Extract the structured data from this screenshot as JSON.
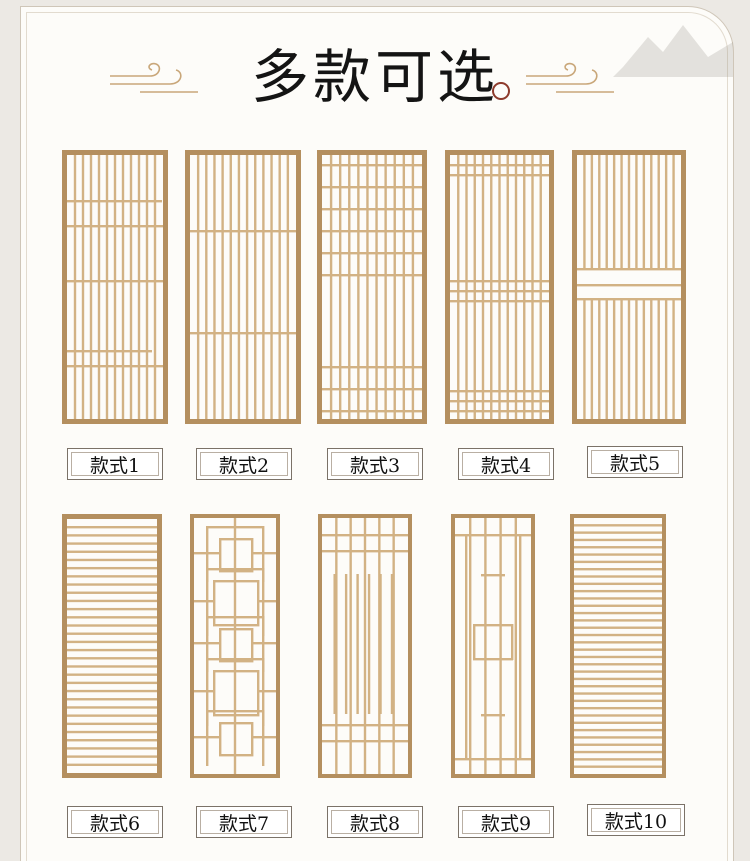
{
  "title": "多款可选",
  "styles": [
    {
      "label": "款式1"
    },
    {
      "label": "款式2"
    },
    {
      "label": "款式3"
    },
    {
      "label": "款式4"
    },
    {
      "label": "款式5"
    },
    {
      "label": "款式6"
    },
    {
      "label": "款式7"
    },
    {
      "label": "款式8"
    },
    {
      "label": "款式9"
    },
    {
      "label": "款式10"
    }
  ],
  "colors": {
    "wood": "#d2b284",
    "wood_dark": "#b48f5f",
    "label_border": "#7b7268",
    "seal": "#8e3b2c"
  },
  "icons": {
    "decoration_left": "cloud-swirl-icon",
    "decoration_right": "cloud-swirl-icon",
    "seal": "red-seal-icon"
  }
}
